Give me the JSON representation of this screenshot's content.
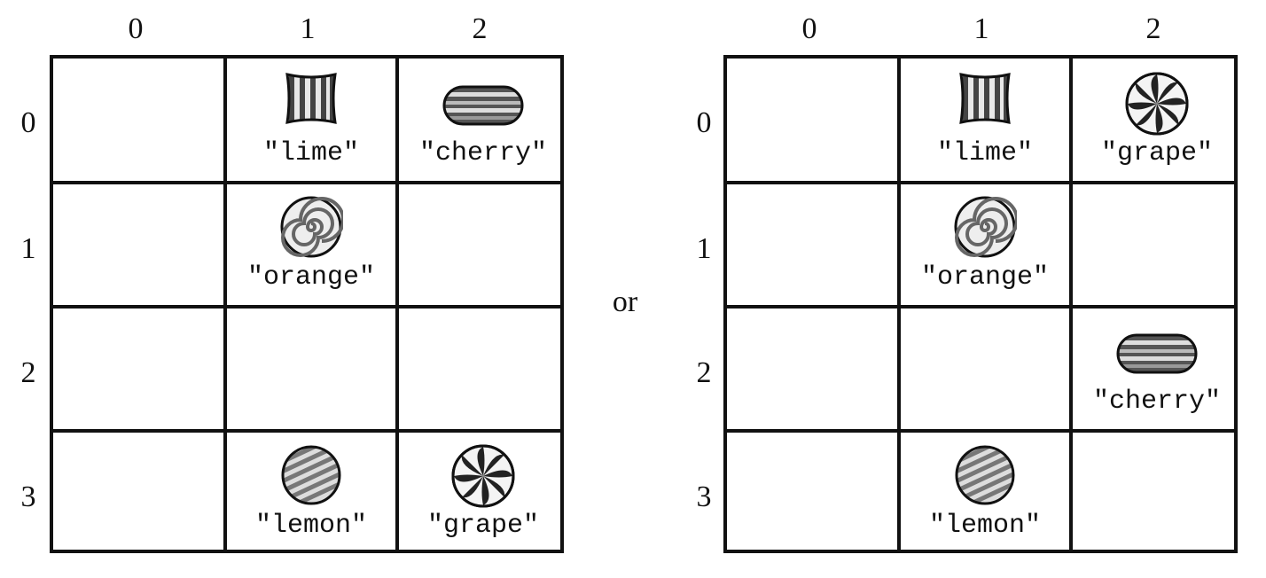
{
  "column_labels": [
    "0",
    "1",
    "2"
  ],
  "row_labels": [
    "0",
    "1",
    "2",
    "3"
  ],
  "separator": "or",
  "grids": [
    {
      "name": "left-grid",
      "items": [
        {
          "row": 0,
          "col": 1,
          "candy": "striped-square-candy",
          "label": "\"lime\""
        },
        {
          "row": 0,
          "col": 2,
          "candy": "capsule-candy",
          "label": "\"cherry\""
        },
        {
          "row": 1,
          "col": 1,
          "candy": "spiral-candy",
          "label": "\"orange\""
        },
        {
          "row": 3,
          "col": 1,
          "candy": "striped-ball-candy",
          "label": "\"lemon\""
        },
        {
          "row": 3,
          "col": 2,
          "candy": "pinwheel-candy",
          "label": "\"grape\""
        }
      ]
    },
    {
      "name": "right-grid",
      "items": [
        {
          "row": 0,
          "col": 1,
          "candy": "striped-square-candy",
          "label": "\"lime\""
        },
        {
          "row": 0,
          "col": 2,
          "candy": "pinwheel-candy",
          "label": "\"grape\""
        },
        {
          "row": 1,
          "col": 1,
          "candy": "spiral-candy",
          "label": "\"orange\""
        },
        {
          "row": 2,
          "col": 2,
          "candy": "capsule-candy",
          "label": "\"cherry\""
        },
        {
          "row": 3,
          "col": 1,
          "candy": "striped-ball-candy",
          "label": "\"lemon\""
        }
      ]
    }
  ]
}
